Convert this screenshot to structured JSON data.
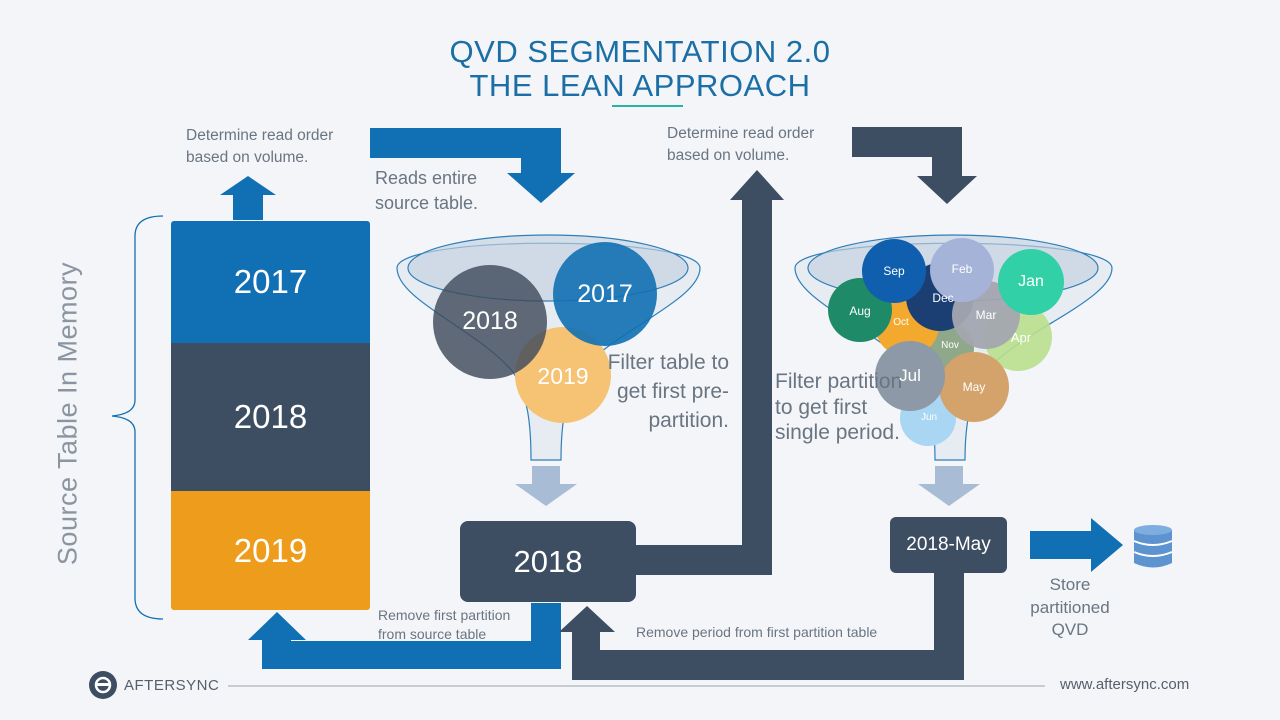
{
  "title": {
    "line1": "QVD SEGMENTATION 2.0",
    "line2": "THE LEAN APPROACH"
  },
  "source_table": {
    "label": "Source Table In Memory",
    "segments": [
      "2017",
      "2018",
      "2019"
    ]
  },
  "steps": {
    "determine_order_1": "Determine read order based on volume.",
    "reads_entire": "Reads entire source table.",
    "filter_pre_partition": "Filter table to get first pre-partition.",
    "determine_order_2": "Determine read order based on volume.",
    "filter_period": "Filter partition to get first single period.",
    "remove_partition": "Remove first partition from source table",
    "remove_period": "Remove period from first partition table",
    "store": "Store partitioned QVD"
  },
  "funnel_left": {
    "circles": [
      "2018",
      "2017",
      "2019"
    ]
  },
  "funnel_right": {
    "circles": [
      "Sep",
      "Feb",
      "Jan",
      "Dec",
      "Aug",
      "Oct",
      "Mar",
      "Apr",
      "Nov",
      "Jul",
      "May",
      "Jun"
    ]
  },
  "boxes": {
    "partition": "2018",
    "period": "2018-May"
  },
  "footer": {
    "brand": "AFTERSYNC",
    "url": "www.aftersync.com"
  },
  "colors": {
    "blue": "#1170b3",
    "slate": "#3d4d62",
    "orange": "#ee9c1b",
    "light_arrow": "#a9bcd6",
    "title": "#1b6fa6"
  },
  "icons": [
    "database-icon",
    "aftersync-logo-icon",
    "brace-icon"
  ]
}
